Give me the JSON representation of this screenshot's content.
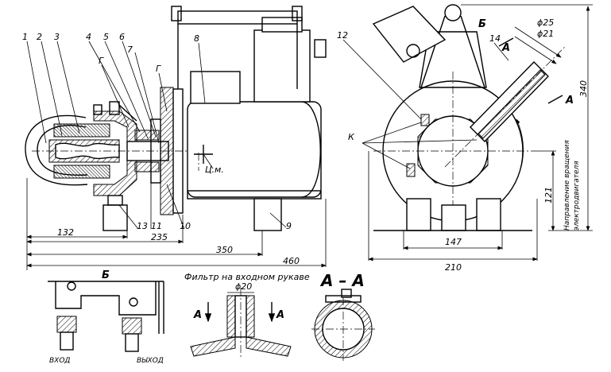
{
  "callouts": {
    "c1": "1",
    "c2": "2",
    "c3": "3",
    "c4": "4",
    "c5": "5",
    "c6": "6",
    "c7": "7",
    "c8": "8",
    "c9": "9",
    "c10": "10",
    "c11": "11",
    "c12": "12",
    "c13": "13",
    "c14": "14",
    "g1": "Г",
    "g2": "Г",
    "k": "К"
  },
  "labels": {
    "center_mass": "Ц.м.",
    "view_b": "Б",
    "view_b_top": "Б",
    "section_a1": "А",
    "section_a2": "А",
    "rotation": "Направление вращения",
    "rotation2": "электродвигателя",
    "filter_title": "Фильтр на входном рукаве",
    "section_aa": "А – А",
    "filter_a1": "А",
    "filter_a2": "А",
    "inlet": "ВХОД",
    "outlet": "ВЫХОД"
  },
  "dimensions": {
    "d132": "132",
    "d235": "235",
    "d350": "350",
    "d460": "460",
    "d340": "340",
    "d121": "121",
    "d147": "147",
    "d210": "210",
    "phi25": "ϕ25",
    "phi21": "ϕ21",
    "phi20": "ϕ20"
  }
}
